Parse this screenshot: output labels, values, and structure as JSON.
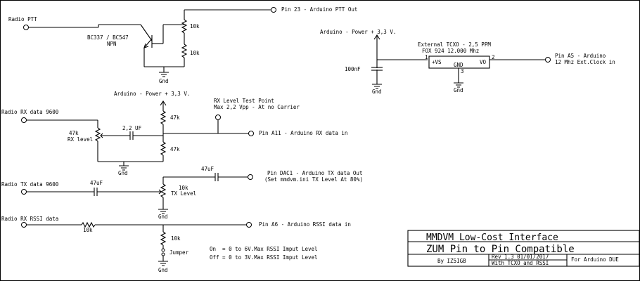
{
  "ptt": {
    "input": "Radio PTT",
    "transistor": "BC337 / BC547",
    "transistor_type": "NPN",
    "r_top": "10k",
    "r_bottom": "10k",
    "gnd": "Gnd",
    "output": "Pin 23 - Arduino PTT Out"
  },
  "tcxo": {
    "power": "Arduino - Power + 3,3 V.",
    "cap": "100nF",
    "title": "External TCXO - 2,5 PPM",
    "part": "FOX 924 12.000 Mhz",
    "pin_vs": "+VS",
    "pin_gnd": "GND",
    "pin_vo": "VO",
    "pin1": "1",
    "pin2": "2",
    "pin3": "3",
    "gnd_left": "Gnd",
    "gnd_right": "Gnd",
    "out1": "Pin A5 - Arduino",
    "out2": "12 Mhz Ext.Clock in"
  },
  "rx": {
    "power": "Arduino - Power + 3,3 V.",
    "test_point1": "RX Level Test Point",
    "test_point2": "Max 2,2 Vpp - At no Carrier",
    "input": "Radio RX data 9600",
    "pot_value": "47k",
    "pot_name": "RX level",
    "cap": "2,2 UF",
    "r_top": "47k",
    "r_bottom": "47k",
    "gnd": "Gnd",
    "output": "Pin A11 - Arduino RX data in"
  },
  "tx": {
    "input": "Radio TX data 9600",
    "cap_in": "47uF",
    "cap_out": "47uF",
    "pot_value": "10k",
    "pot_name": "TX Level",
    "gnd": "Gnd",
    "output1": "Pin DAC1 - Arduino TX data Out",
    "output2": "(Set mmdvm.ini TX Level At 80%)"
  },
  "rssi": {
    "input": "Radio RX RSSI data",
    "r_series": "10k",
    "r_shunt": "10k",
    "jumper": "Jumper",
    "gnd": "Gnd",
    "output": "Pin A6 - Arduino RSSI data in",
    "note_on": "On  = 0 to 6V.Max RSSI Imput Level",
    "note_off": "Off = 0 to 3V.Max RSSI Imput Level"
  },
  "title_block": {
    "line1": "MMDVM Low-Cost Interface",
    "line2": "ZUM Pin to Pin Compatible",
    "author": "By IZ5IGB",
    "rev": "Rev 1.3 01/01/2017",
    "note": "With TCXO and RSSI",
    "target": "For Arduino DUE"
  }
}
